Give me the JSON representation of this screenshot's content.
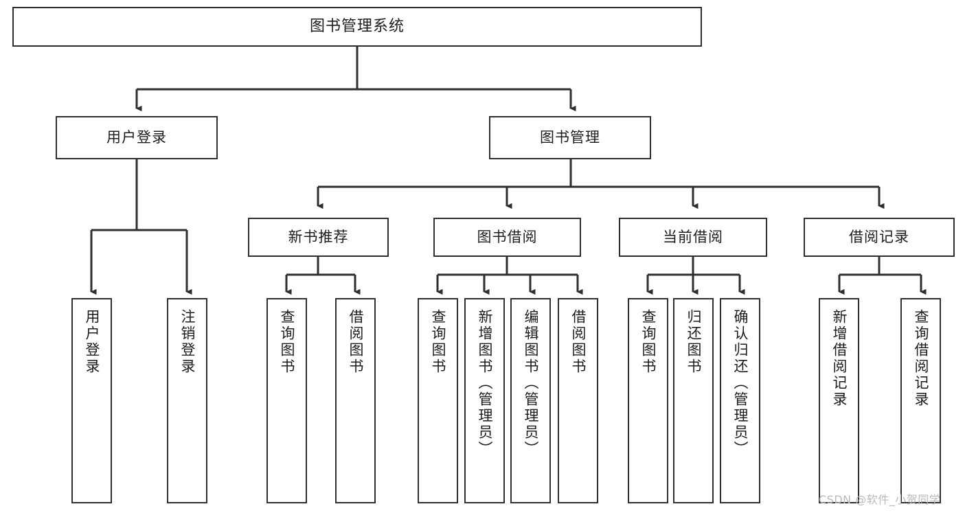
{
  "diagram": {
    "title": "图书管理系统",
    "type": "hierarchy-tree",
    "watermark": "CSDN @软件_小贺同学",
    "line_color": "#2e2e2e",
    "box_fill": "#ffffff",
    "text_color": "#1c1c1c",
    "levels": [
      {
        "level": 1,
        "nodes": [
          {
            "id": "root",
            "label": "图书管理系统",
            "orientation": "horizontal"
          }
        ]
      },
      {
        "level": 2,
        "nodes": [
          {
            "id": "user-login",
            "label": "用户登录",
            "orientation": "horizontal"
          },
          {
            "id": "book-management",
            "label": "图书管理",
            "orientation": "horizontal"
          }
        ]
      },
      {
        "level": 3,
        "nodes": [
          {
            "id": "new-book-recommend",
            "label": "新书推荐",
            "orientation": "horizontal"
          },
          {
            "id": "book-borrow",
            "label": "图书借阅",
            "orientation": "horizontal"
          },
          {
            "id": "current-borrow",
            "label": "当前借阅",
            "orientation": "horizontal"
          },
          {
            "id": "borrow-record",
            "label": "借阅记录",
            "orientation": "horizontal"
          }
        ]
      },
      {
        "level": 4,
        "nodes": [
          {
            "id": "leaf-user-login",
            "label": "用户登录",
            "orientation": "vertical",
            "parent": "user-login"
          },
          {
            "id": "leaf-logout",
            "label": "注销登录",
            "orientation": "vertical",
            "parent": "user-login"
          },
          {
            "id": "leaf-query-book-1",
            "label": "查询图书",
            "orientation": "vertical",
            "parent": "new-book-recommend"
          },
          {
            "id": "leaf-borrow-book-1",
            "label": "借阅图书",
            "orientation": "vertical",
            "parent": "new-book-recommend"
          },
          {
            "id": "leaf-query-book-2",
            "label": "查询图书",
            "orientation": "vertical",
            "parent": "book-borrow"
          },
          {
            "id": "leaf-add-book",
            "label": "新增图书（管理员）",
            "orientation": "vertical",
            "parent": "book-borrow"
          },
          {
            "id": "leaf-edit-book",
            "label": "编辑图书（管理员）",
            "orientation": "vertical",
            "parent": "book-borrow"
          },
          {
            "id": "leaf-borrow-book-2",
            "label": "借阅图书",
            "orientation": "vertical",
            "parent": "book-borrow"
          },
          {
            "id": "leaf-query-book-3",
            "label": "查询图书",
            "orientation": "vertical",
            "parent": "current-borrow"
          },
          {
            "id": "leaf-return-book",
            "label": "归还图书",
            "orientation": "vertical",
            "parent": "current-borrow"
          },
          {
            "id": "leaf-confirm-return",
            "label": "确认归还（管理员）",
            "orientation": "vertical",
            "parent": "current-borrow"
          },
          {
            "id": "leaf-add-record",
            "label": "新增借阅记录",
            "orientation": "vertical",
            "parent": "borrow-record"
          },
          {
            "id": "leaf-query-record",
            "label": "查询借阅记录",
            "orientation": "vertical",
            "parent": "borrow-record"
          }
        ]
      }
    ]
  }
}
